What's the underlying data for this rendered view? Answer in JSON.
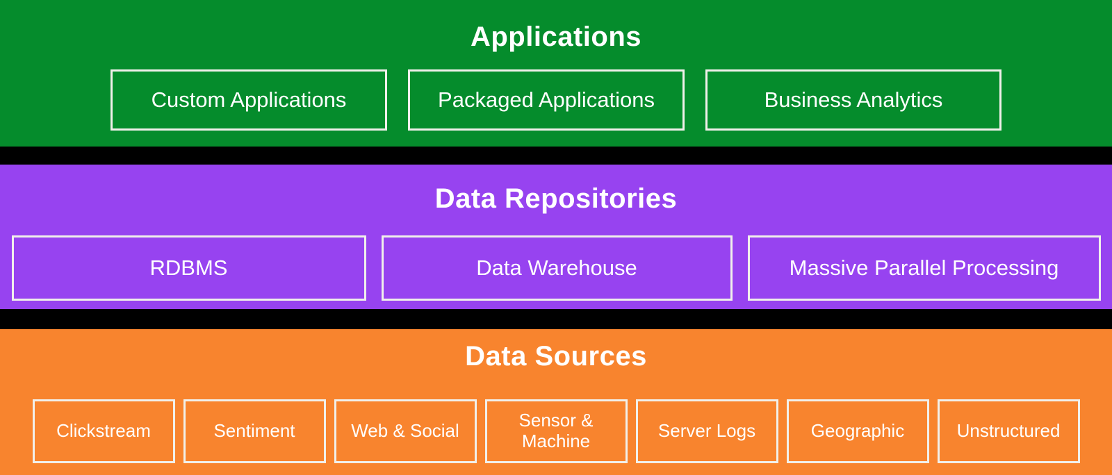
{
  "colors": {
    "applications_band": "#058C2C",
    "repositories_band": "#9743F0",
    "sources_band": "#F8842E",
    "separator": "#000000",
    "text": "#FFFFFF",
    "box_border": "#F1F0EB"
  },
  "layers": [
    {
      "id": "applications",
      "title": "Applications",
      "boxes": [
        {
          "label": "Custom Applications"
        },
        {
          "label": "Packaged Applications"
        },
        {
          "label": "Business Analytics"
        }
      ]
    },
    {
      "id": "data-repositories",
      "title": "Data Repositories",
      "boxes": [
        {
          "label": "RDBMS"
        },
        {
          "label": "Data Warehouse"
        },
        {
          "label": "Massive Parallel Processing"
        }
      ]
    },
    {
      "id": "data-sources",
      "title": "Data Sources",
      "boxes": [
        {
          "label": "Clickstream"
        },
        {
          "label": "Sentiment"
        },
        {
          "label": "Web & Social"
        },
        {
          "label": "Sensor & Machine"
        },
        {
          "label": "Server Logs"
        },
        {
          "label": "Geographic"
        },
        {
          "label": "Unstructured"
        }
      ]
    }
  ]
}
